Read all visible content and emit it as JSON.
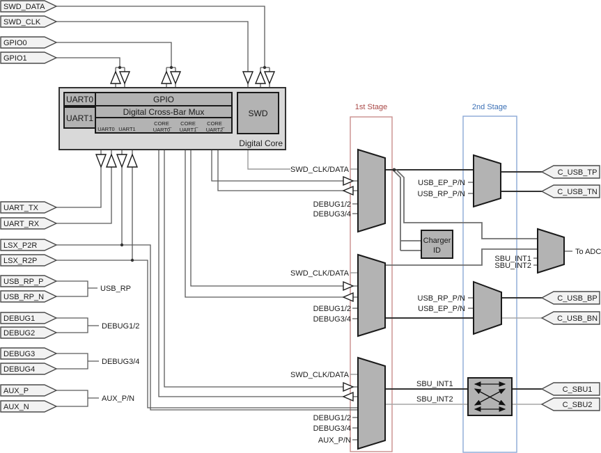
{
  "inputs": {
    "swd_data": "SWD_DATA",
    "swd_clk": "SWD_CLK",
    "gpio0": "GPIO0",
    "gpio1": "GPIO1",
    "uart_tx": "UART_TX",
    "uart_rx": "UART_RX",
    "lsx_p2r": "LSX_P2R",
    "lsx_r2p": "LSX_R2P",
    "usb_rp_p": "USB_RP_P",
    "usb_rp_n": "USB_RP_N",
    "debug1": "DEBUG1",
    "debug2": "DEBUG2",
    "debug3": "DEBUG3",
    "debug4": "DEBUG4",
    "aux_p": "AUX_P",
    "aux_n": "AUX_N"
  },
  "outputs": {
    "c_usb_tp": "C_USB_TP",
    "c_usb_tn": "C_USB_TN",
    "c_usb_bp": "C_USB_BP",
    "c_usb_bn": "C_USB_BN",
    "c_sbu1": "C_SBU1",
    "c_sbu2": "C_SBU2",
    "to_adc": "To ADC"
  },
  "core": {
    "title": "Digital Core",
    "uart0": "UART0",
    "uart1": "UART1",
    "gpio": "GPIO",
    "xbar": "Digital Cross-Bar Mux",
    "swd": "SWD",
    "pins": {
      "uart0": "UART0",
      "uart1": "UART1",
      "core": "CORE",
      "core_uart0": "UART0̅",
      "core_uart1": "UART1̅",
      "core_uart2": "UART2̅"
    }
  },
  "stages": {
    "first": "1st Stage",
    "second": "2nd Stage"
  },
  "charger": {
    "line1": "Charger",
    "line2": "ID"
  },
  "labels": {
    "swd_clk_data": "SWD_CLK/DATA",
    "debug12": "DEBUG1/2",
    "debug34": "DEBUG3/4",
    "aux_pn": "AUX_P/N",
    "usb_rp": "USB_RP",
    "usb_ep_pn": "USB_EP_P/N",
    "usb_rp_pn": "USB_RP_P/N",
    "sbu_int1": "SBU_INT1",
    "sbu_int2": "SBU_INT2"
  },
  "colors": {
    "stage1_text": "#a94745",
    "stage1_border": "#c98d8b",
    "stage2_text": "#3a6fb5",
    "stage2_border": "#8aa9d6",
    "block_fill": "#b3b3b3",
    "core_fill": "#d9d9d9",
    "flag_fill": "#f2f2f2",
    "wire": "#5a5a5a",
    "wire_light": "#a6a6a6"
  }
}
